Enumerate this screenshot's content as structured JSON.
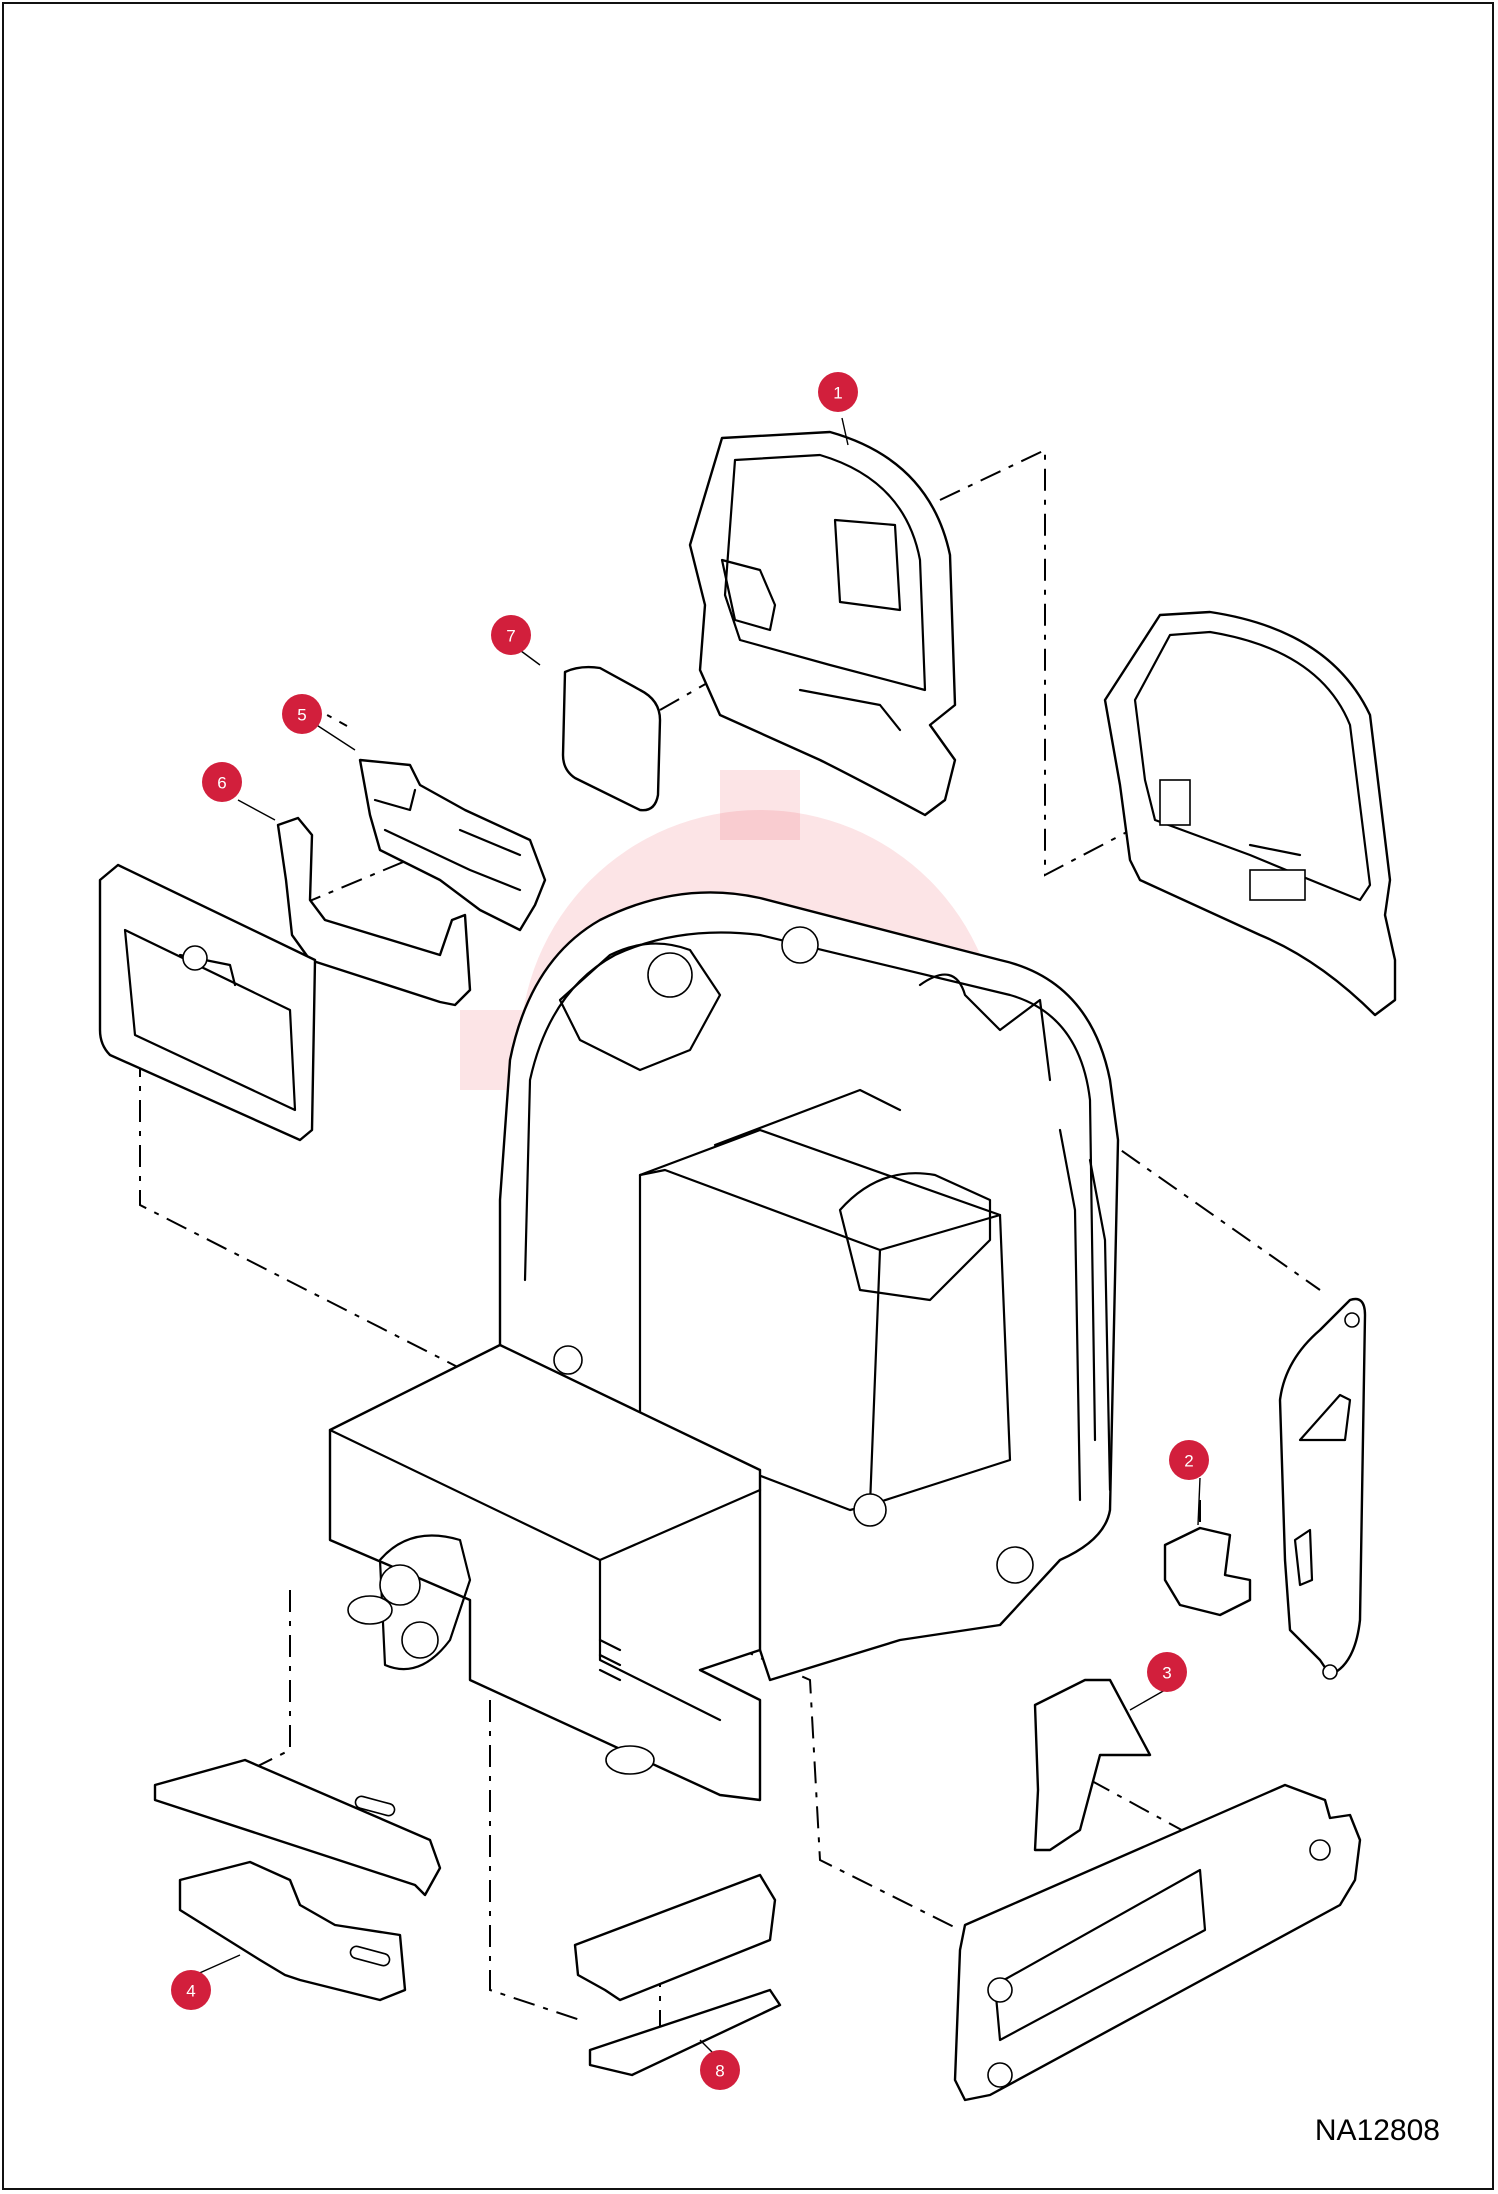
{
  "figure_id": "NA12808",
  "callouts": [
    {
      "label": "1"
    },
    {
      "label": "2"
    },
    {
      "label": "3"
    },
    {
      "label": "4"
    },
    {
      "label": "5"
    },
    {
      "label": "6"
    },
    {
      "label": "7"
    },
    {
      "label": "8"
    }
  ],
  "colors": {
    "callout": "#d21f3c",
    "line": "#000000",
    "watermark": "#e8303d"
  }
}
